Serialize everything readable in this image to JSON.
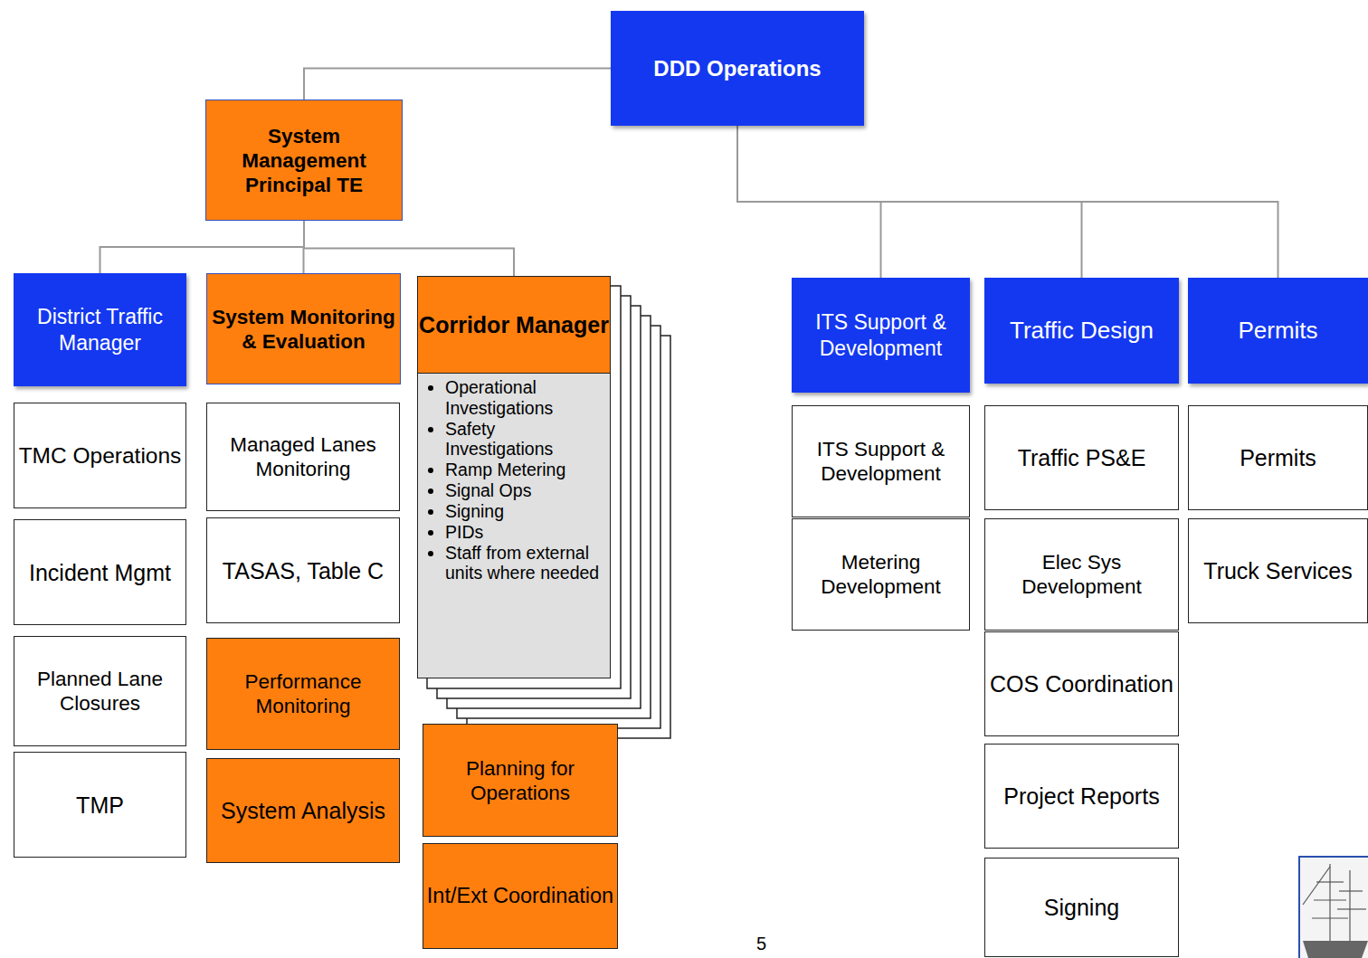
{
  "diagram": {
    "nodes": [
      {
        "text": [
          "DDD Operations"
        ]
      },
      {
        "text": [
          "System Management Principal TE"
        ]
      },
      {
        "text": [
          "District Traffic Manager"
        ]
      },
      {
        "text": [
          "System Monitoring & Evaluation"
        ]
      },
      {
        "text": [
          "Corridor Manager",
          "Operational Investigations",
          "Safety Investigations",
          "Ramp Metering",
          "Signal Ops",
          "Signing",
          "PIDs",
          "Staff from external units where needed"
        ]
      },
      {
        "text": [
          "ITS Support & Development"
        ]
      },
      {
        "text": [
          "Traffic Design"
        ]
      },
      {
        "text": [
          "Permits"
        ]
      },
      {
        "text": [
          "TMC Operations"
        ]
      },
      {
        "text": [
          "Incident Mgmt"
        ]
      },
      {
        "text": [
          "Planned Lane Closures"
        ]
      },
      {
        "text": [
          "TMP"
        ]
      },
      {
        "text": [
          "Managed Lanes Monitoring"
        ]
      },
      {
        "text": [
          "TASAS, Table C"
        ]
      },
      {
        "text": [
          "Performance Monitoring"
        ]
      },
      {
        "text": [
          "System Analysis"
        ]
      },
      {
        "text": [
          "Planning for Operations"
        ]
      },
      {
        "text": [
          "Int/Ext Coordination"
        ]
      },
      {
        "text": [
          "ITS Support & Development"
        ]
      },
      {
        "text": [
          "Metering Development"
        ]
      },
      {
        "text": [
          "Traffic PS&E"
        ]
      },
      {
        "text": [
          "Elec Sys Development"
        ]
      },
      {
        "text": [
          "COS Coordination"
        ]
      },
      {
        "text": [
          "Project Reports"
        ]
      },
      {
        "text": [
          "Signing"
        ]
      },
      {
        "text": [
          "Permits"
        ]
      },
      {
        "text": [
          "Truck Services"
        ]
      }
    ],
    "edges": [
      {
        "from": 0,
        "to": 1,
        "arrow": "none"
      },
      {
        "from": 0,
        "to": 5,
        "arrow": "none"
      },
      {
        "from": 0,
        "to": 6,
        "arrow": "none"
      },
      {
        "from": 0,
        "to": 7,
        "arrow": "none"
      },
      {
        "from": 1,
        "to": 2,
        "arrow": "none"
      },
      {
        "from": 1,
        "to": 3,
        "arrow": "none"
      },
      {
        "from": 1,
        "to": 4,
        "arrow": "none"
      }
    ],
    "labels": [
      "5"
    ]
  }
}
